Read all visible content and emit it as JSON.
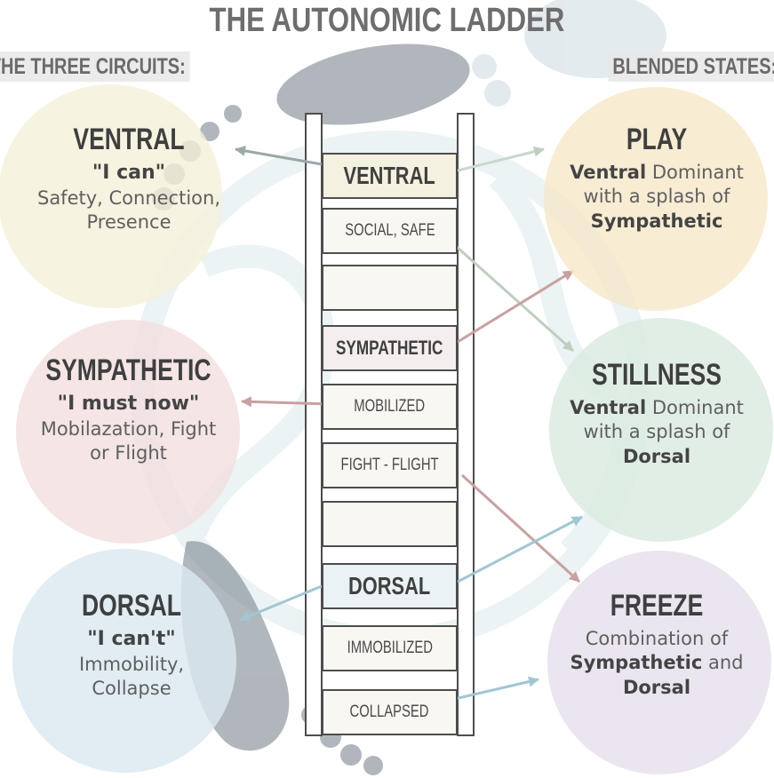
{
  "title": "THE AUTONOMIC LADDER",
  "left_heading": "THE THREE CIRCUITS:",
  "right_heading": "BLENDED STATES:",
  "colors": {
    "ventral": "#f5f0d8",
    "sympathetic": "#f2dede",
    "dorsal": "#dbe9f0",
    "play": "#f6e7c8",
    "stillness": "#dcebe0",
    "freeze": "#e6e1ec",
    "arrow_teal": "#9fc7d3",
    "arrow_rose": "#c9a0a0",
    "arrow_sage": "#bfcfbf"
  },
  "circuits": {
    "ventral": {
      "name": "VENTRAL",
      "quote": "\"I can\"",
      "desc_line1": "Safety, Connection,",
      "desc_line2": "Presence"
    },
    "sympathetic": {
      "name": "SYMPATHETIC",
      "quote": "\"I must now\"",
      "desc_line1": "Mobilazation, Fight",
      "desc_line2": "or Flight"
    },
    "dorsal": {
      "name": "DORSAL",
      "quote": "\"I can't\"",
      "desc_line1": "Immobility,",
      "desc_line2": "Collapse"
    }
  },
  "blended": {
    "play": {
      "name": "PLAY",
      "a": "Ventral",
      "a_rest": " Dominant",
      "middle": "with a splash of",
      "b": "Sympathetic"
    },
    "stillness": {
      "name": "STILLNESS",
      "a": "Ventral",
      "a_rest": " Dominant",
      "middle": "with a splash of",
      "b": "Dorsal"
    },
    "freeze": {
      "name": "FREEZE",
      "line1": "Combination of",
      "a": "Sympathetic",
      "and": " and",
      "b": "Dorsal"
    }
  },
  "ladder": {
    "rung1": "VENTRAL",
    "rung2": "SOCIAL, SAFE",
    "rung3": "",
    "rung4": "SYMPATHETIC",
    "rung5": "MOBILIZED",
    "rung6": "FIGHT - FLIGHT",
    "rung7": "",
    "rung8": "DORSAL",
    "rung9": "IMMOBILIZED",
    "rung10": "COLLAPSED"
  }
}
